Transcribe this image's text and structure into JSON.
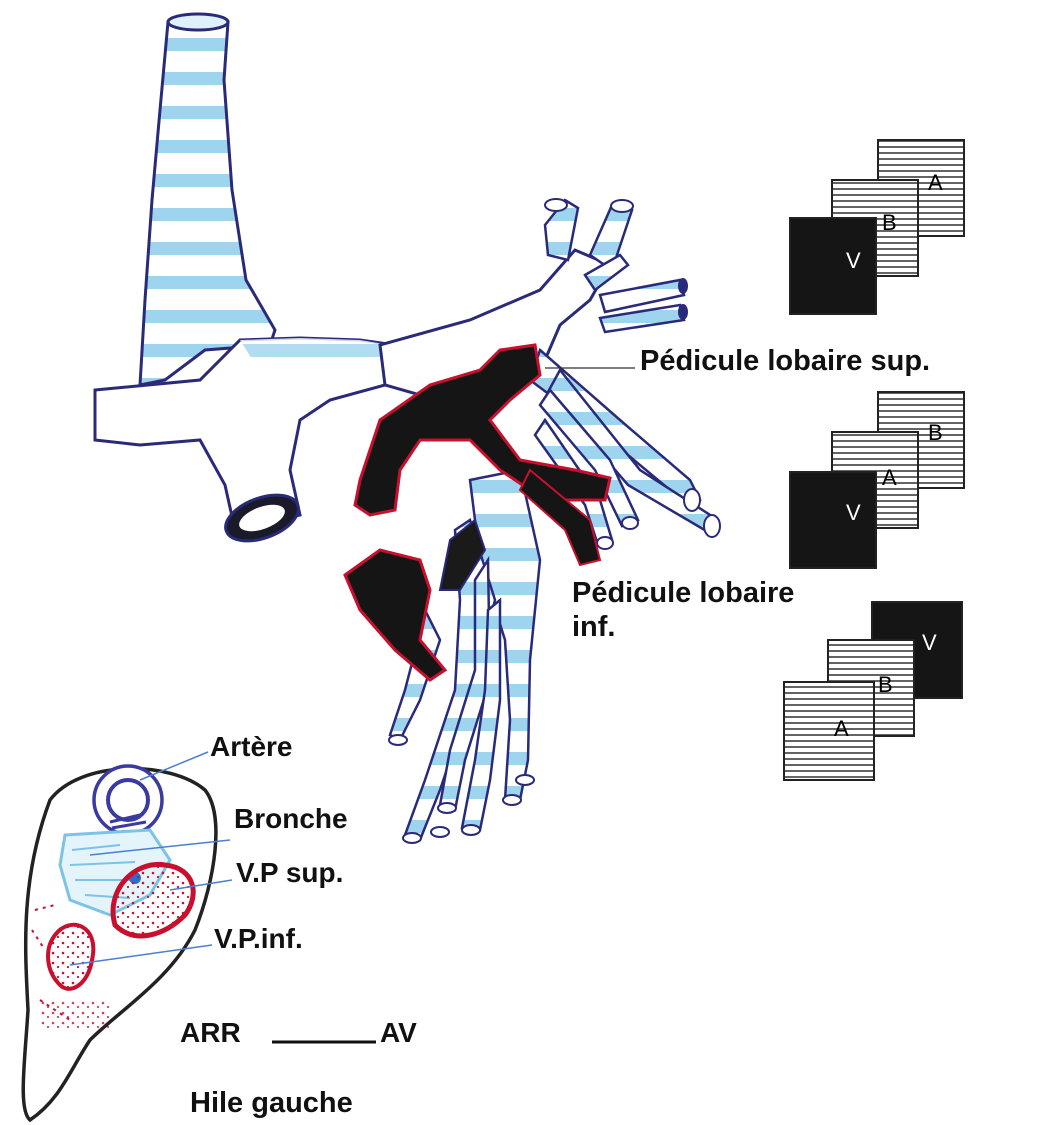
{
  "labels": {
    "pedicule_sup": "Pédicule lobaire sup.",
    "pedicule_inf_line1": "Pédicule lobaire",
    "pedicule_inf_line2": "inf.",
    "artere": "Artère",
    "bronche": "Bronche",
    "vp_sup": "V.P sup.",
    "vp_inf": "V.P.inf.",
    "arr": "ARR",
    "av": "AV",
    "hile_gauche": "Hile gauche"
  },
  "card_stacks": [
    {
      "cards": [
        "A",
        "B",
        "V"
      ]
    },
    {
      "cards": [
        "B",
        "A",
        "V"
      ]
    },
    {
      "cards": [
        "V",
        "B",
        "A"
      ]
    }
  ],
  "colors": {
    "bronchus": "#8fcdea",
    "bronchus_outline": "#2a2a7a",
    "vessel": "#1a1a1a",
    "vein_red": "#c8102e",
    "artery_blue": "#3a3aa0",
    "card_dark": "#151515"
  }
}
